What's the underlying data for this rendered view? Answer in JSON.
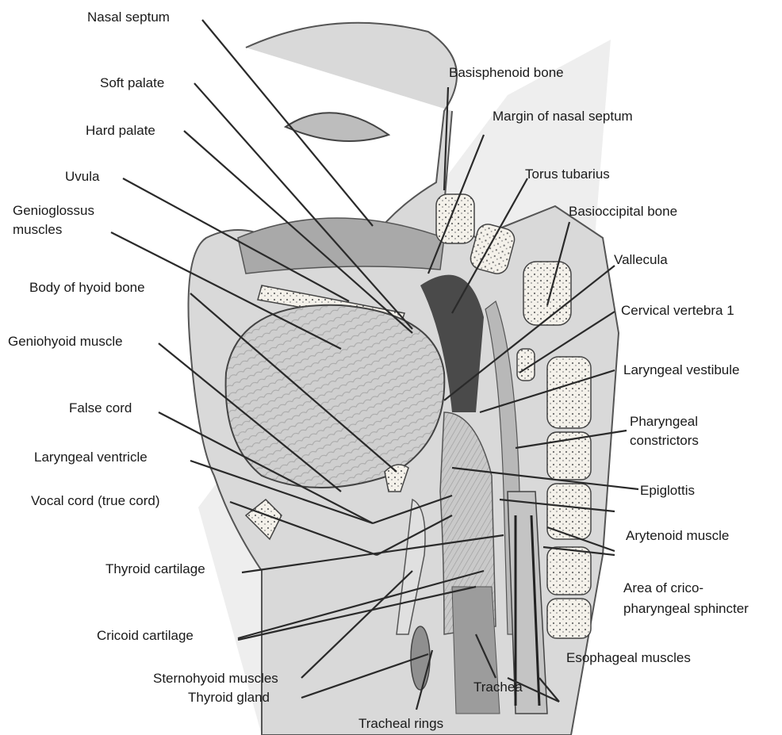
{
  "labels": {
    "nasal_septum": "Nasal septum",
    "soft_palate": "Soft palate",
    "hard_palate": "Hard palate",
    "uvula": "Uvula",
    "genioglossus_1": "Genioglossus",
    "genioglossus_2": "muscles",
    "body_hyoid": "Body of hyoid bone",
    "geniohyoid": "Geniohyoid muscle",
    "false_cord": "False cord",
    "laryngeal_ventricle": "Laryngeal ventricle",
    "vocal_cord": "Vocal cord (true cord)",
    "thyroid_cartilage": "Thyroid cartilage",
    "cricoid_cartilage": "Cricoid cartilage",
    "sternohyoid": "Sternohyoid muscles",
    "thyroid_gland": "Thyroid gland",
    "tracheal_rings": "Tracheal rings",
    "trachea": "Trachea",
    "basisphenoid": "Basisphenoid bone",
    "margin_nasal_septum": "Margin of nasal septum",
    "torus_tubarius": "Torus tubarius",
    "basioccipital": "Basioccipital bone",
    "vallecula": "Vallecula",
    "cervical_vertebra": "Cervical vertebra 1",
    "laryngeal_vestibule": "Laryngeal vestibule",
    "pharyngeal_1": "Pharyngeal",
    "pharyngeal_2": "constrictors",
    "epiglottis": "Epiglottis",
    "arytenoid": "Arytenoid muscle",
    "crico_1": "Area of crico-",
    "crico_2": "pharyngeal sphincter",
    "esophageal": "Esophageal muscles"
  }
}
